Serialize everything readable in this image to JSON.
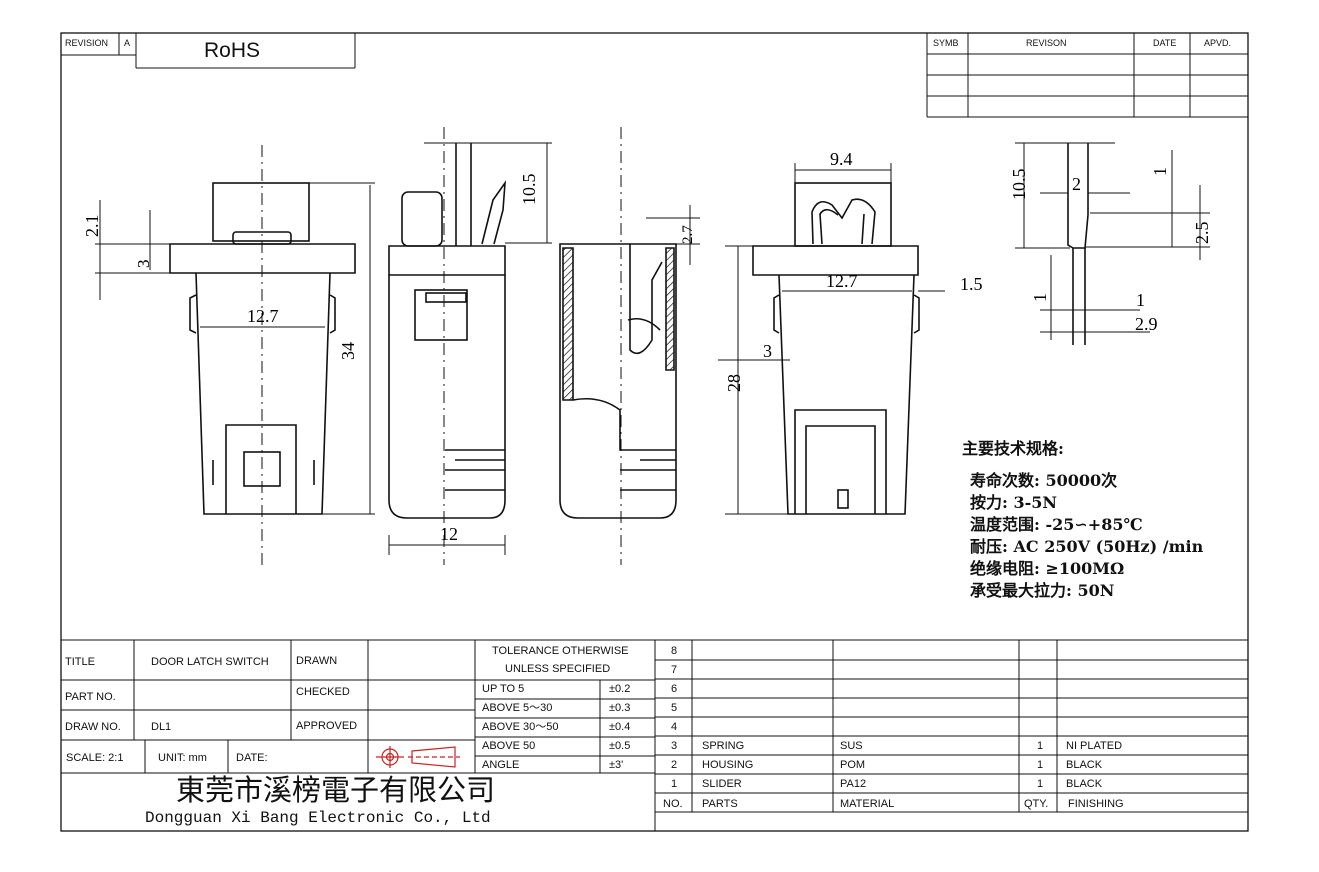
{
  "revision_box": {
    "label": "REVISION",
    "value": "A",
    "rohs": "RoHS"
  },
  "revision_table": {
    "headers": [
      "SYMB",
      "REVISON",
      "DATE",
      "APVD."
    ]
  },
  "dimensions": {
    "d1": "2.1",
    "d2": "3",
    "d3": "12.7",
    "d4": "34",
    "d5": "10.5",
    "d6": "12",
    "d7": "2.7",
    "d8": "9.4",
    "d9": "12.7",
    "d10": "3",
    "d11": "28",
    "d12": "1.5",
    "d13": "10.5",
    "d14": "2",
    "d15": "1",
    "d16": "2.5",
    "d17": "1",
    "d18": "1",
    "d19": "2.9"
  },
  "specs": {
    "heading": "主要技术规格:",
    "lines": [
      "寿命次数: 50000次",
      "按力: 3-5N",
      "温度范围: -25∽+85℃",
      "耐压: AC 250V (50Hz) /min",
      "绝缘电阻: ≥100MΩ",
      "承受最大拉力: 50N"
    ]
  },
  "title_block": {
    "title_label": "TITLE",
    "title_value": "DOOR LATCH SWITCH",
    "part_label": "PART NO.",
    "part_value": "",
    "draw_label": "DRAW NO.",
    "draw_value": "DL1",
    "drawn_label": "DRAWN",
    "checked_label": "CHECKED",
    "approved_label": "APPROVED",
    "scale": "SCALE: 2:1",
    "unit": "UNIT: mm",
    "date": "DATE:",
    "company_cn": "東莞市溪榜電子有限公司",
    "company_en": "Dongguan Xi Bang Electronic Co., Ltd"
  },
  "tolerance": {
    "header1": "TOLERANCE OTHERWISE",
    "header2": "UNLESS SPECIFIED",
    "rows": [
      {
        "range": "UP TO 5",
        "tol": "±0.2"
      },
      {
        "range": "ABOVE 5～30",
        "tol": "±0.3"
      },
      {
        "range": "ABOVE 30～50",
        "tol": "±0.4"
      },
      {
        "range": "ABOVE 50",
        "tol": "±0.5"
      },
      {
        "range": "ANGLE",
        "tol": "±3'"
      }
    ]
  },
  "bom": {
    "rows": [
      {
        "no": "8",
        "part": "",
        "material": "",
        "qty": "",
        "finish": ""
      },
      {
        "no": "7",
        "part": "",
        "material": "",
        "qty": "",
        "finish": ""
      },
      {
        "no": "6",
        "part": "",
        "material": "",
        "qty": "",
        "finish": ""
      },
      {
        "no": "5",
        "part": "",
        "material": "",
        "qty": "",
        "finish": ""
      },
      {
        "no": "4",
        "part": "",
        "material": "",
        "qty": "",
        "finish": ""
      },
      {
        "no": "3",
        "part": "SPRING",
        "material": "SUS",
        "qty": "1",
        "finish": "NI PLATED"
      },
      {
        "no": "2",
        "part": "HOUSING",
        "material": "POM",
        "qty": "1",
        "finish": "BLACK"
      },
      {
        "no": "1",
        "part": "SLIDER",
        "material": "PA12",
        "qty": "1",
        "finish": "BLACK"
      }
    ],
    "header": {
      "no": "NO.",
      "part": "PARTS",
      "material": "MATERIAL",
      "qty": "QTY.",
      "finish": "FINISHING"
    }
  }
}
